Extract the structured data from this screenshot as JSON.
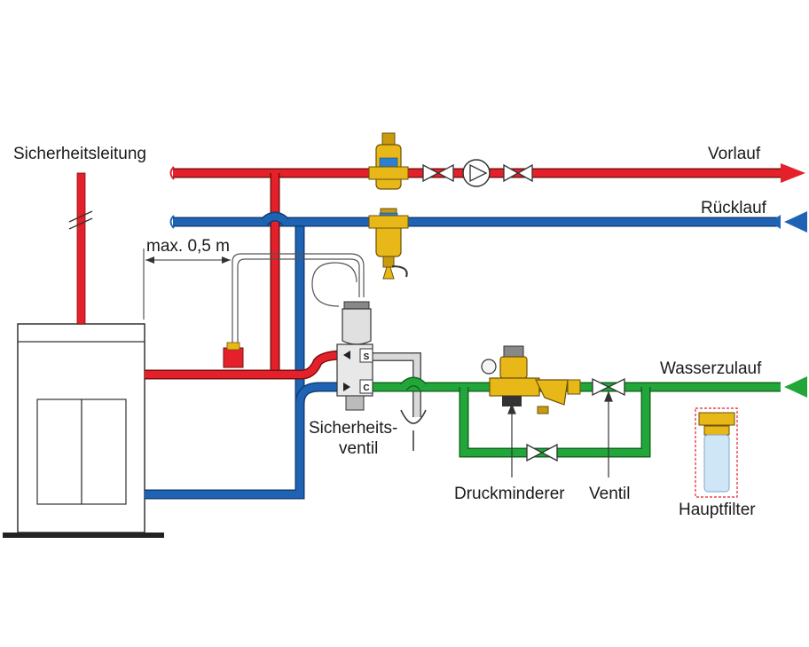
{
  "labels": {
    "safety_line": "Sicherheitsleitung",
    "flow": "Vorlauf",
    "return": "Rücklauf",
    "max_distance": "max. 0,5 m",
    "water_inlet": "Wasserzulauf",
    "safety_valve_line1": "Sicherheits-",
    "safety_valve_line2": "ventil",
    "pressure_reducer": "Druckminderer",
    "valve": "Ventil",
    "main_filter": "Hauptfilter",
    "port_s": "S",
    "port_c": "C"
  },
  "colors": {
    "hot": "#e4212a",
    "cold": "#1f64b4",
    "water": "#22a63a",
    "brass": "#e8b818",
    "outline": "#333333",
    "grey_pipe": "#d9d9d9",
    "filter_body": "#cfe6f7"
  }
}
